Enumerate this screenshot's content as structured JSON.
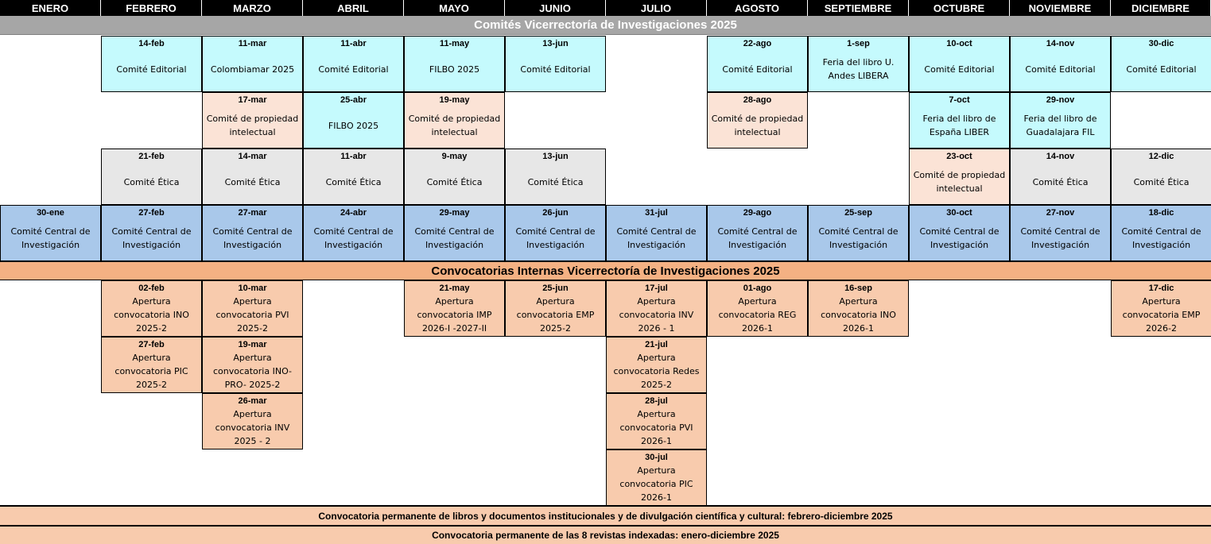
{
  "months": [
    "ENERO",
    "FEBRERO",
    "MARZO",
    "ABRIL",
    "MAYO",
    "JUNIO",
    "JULIO",
    "AGOSTO",
    "SEPTIEMBRE",
    "OCTUBRE",
    "NOVIEMBRE",
    "DICIEMBRE"
  ],
  "comites_title": "Comités Vicerrectoría de Investigaciones 2025",
  "convocatorias_title": "Convocatorias Internas Vicerrectoría de Investigaciones 2025",
  "footer_line1": "Convocatoria permanente de libros y documentos institucionales y de divulgación científica y cultural: febrero-diciembre 2025",
  "footer_line2": "Convocatoria permanente de las 8 revistas indexadas: enero-diciembre 2025",
  "colors": {
    "editorial": "#c5fafd",
    "propiedad": "#fbe3d6",
    "etica": "#e7e7e7",
    "central": "#a9c8ea",
    "convocatoria": "#f8cbad"
  },
  "comites": [
    {
      "col": 1,
      "row": 0,
      "type": "editorial",
      "date": "14-feb",
      "text": "Comité Editorial"
    },
    {
      "col": 2,
      "row": 0,
      "type": "editorial",
      "date": "11-mar",
      "text": "Colombiamar 2025"
    },
    {
      "col": 3,
      "row": 0,
      "type": "editorial",
      "date": "11-abr",
      "text": "Comité Editorial"
    },
    {
      "col": 4,
      "row": 0,
      "type": "editorial",
      "date": "11-may",
      "text": "FILBO 2025"
    },
    {
      "col": 5,
      "row": 0,
      "type": "editorial",
      "date": "13-jun",
      "text": "Comité Editorial"
    },
    {
      "col": 7,
      "row": 0,
      "type": "editorial",
      "date": "22-ago",
      "text": "Comité Editorial"
    },
    {
      "col": 8,
      "row": 0,
      "type": "editorial",
      "date": "1-sep",
      "text": "Feria del libro U. Andes LIBERA"
    },
    {
      "col": 9,
      "row": 0,
      "type": "editorial",
      "date": "10-oct",
      "text": "Comité Editorial"
    },
    {
      "col": 10,
      "row": 0,
      "type": "editorial",
      "date": "14-nov",
      "text": "Comité Editorial"
    },
    {
      "col": 11,
      "row": 0,
      "type": "editorial",
      "date": "30-dic",
      "text": "Comité Editorial"
    },
    {
      "col": 2,
      "row": 1,
      "type": "prop",
      "date": "17-mar",
      "text": "Comité de propiedad intelectual"
    },
    {
      "col": 3,
      "row": 1,
      "type": "editorial",
      "date": "25-abr",
      "text": "FILBO 2025"
    },
    {
      "col": 4,
      "row": 1,
      "type": "prop",
      "date": "19-may",
      "text": "Comité de propiedad intelectual"
    },
    {
      "col": 7,
      "row": 1,
      "type": "prop",
      "date": "28-ago",
      "text": "Comité de propiedad intelectual"
    },
    {
      "col": 9,
      "row": 1,
      "type": "editorial",
      "date": "7-oct",
      "text": "Feria del libro de España LIBER"
    },
    {
      "col": 10,
      "row": 1,
      "type": "editorial",
      "date": "29-nov",
      "text": "Feria del libro de Guadalajara FIL"
    },
    {
      "col": 1,
      "row": 2,
      "type": "etica",
      "date": "21-feb",
      "text": "Comité Ética"
    },
    {
      "col": 2,
      "row": 2,
      "type": "etica",
      "date": "14-mar",
      "text": "Comité Ética"
    },
    {
      "col": 3,
      "row": 2,
      "type": "etica",
      "date": "11-abr",
      "text": "Comité Ética"
    },
    {
      "col": 4,
      "row": 2,
      "type": "etica",
      "date": "9-may",
      "text": "Comité Ética"
    },
    {
      "col": 5,
      "row": 2,
      "type": "etica",
      "date": "13-jun",
      "text": "Comité Ética"
    },
    {
      "col": 9,
      "row": 2,
      "type": "prop",
      "date": "23-oct",
      "text": "Comité de propiedad intelectual"
    },
    {
      "col": 10,
      "row": 2,
      "type": "etica",
      "date": "14-nov",
      "text": "Comité Ética"
    },
    {
      "col": 11,
      "row": 2,
      "type": "etica",
      "date": "12-dic",
      "text": "Comité Ética"
    },
    {
      "col": 0,
      "row": 3,
      "type": "central",
      "date": "30-ene",
      "text": "Comité Central de Investigación"
    },
    {
      "col": 1,
      "row": 3,
      "type": "central",
      "date": "27-feb",
      "text": "Comité Central de Investigación"
    },
    {
      "col": 2,
      "row": 3,
      "type": "central",
      "date": "27-mar",
      "text": "Comité Central de Investigación"
    },
    {
      "col": 3,
      "row": 3,
      "type": "central",
      "date": "24-abr",
      "text": "Comité Central de Investigación"
    },
    {
      "col": 4,
      "row": 3,
      "type": "central",
      "date": "29-may",
      "text": "Comité Central de Investigación"
    },
    {
      "col": 5,
      "row": 3,
      "type": "central",
      "date": "26-jun",
      "text": "Comité Central de Investigación"
    },
    {
      "col": 6,
      "row": 3,
      "type": "central",
      "date": "31-jul",
      "text": "Comité Central de Investigación"
    },
    {
      "col": 7,
      "row": 3,
      "type": "central",
      "date": "29-ago",
      "text": "Comité Central de Investigación"
    },
    {
      "col": 8,
      "row": 3,
      "type": "central",
      "date": "25-sep",
      "text": "Comité Central de Investigación"
    },
    {
      "col": 9,
      "row": 3,
      "type": "central",
      "date": "30-oct",
      "text": "Comité Central de Investigación"
    },
    {
      "col": 10,
      "row": 3,
      "type": "central",
      "date": "27-nov",
      "text": "Comité Central de Investigación"
    },
    {
      "col": 11,
      "row": 3,
      "type": "central",
      "date": "18-dic",
      "text": "Comité Central de Investigación"
    }
  ],
  "convocatorias": [
    {
      "col": 1,
      "row": 0,
      "date": "02-feb",
      "text": "Apertura convocatoria INO 2025-2"
    },
    {
      "col": 2,
      "row": 0,
      "date": "10-mar",
      "text": "Apertura convocatoria PVI 2025-2"
    },
    {
      "col": 4,
      "row": 0,
      "date": "21-may",
      "text": "Apertura convocatoria IMP 2026-I -2027-II"
    },
    {
      "col": 5,
      "row": 0,
      "date": "25-jun",
      "text": "Apertura convocatoria EMP 2025-2"
    },
    {
      "col": 6,
      "row": 0,
      "date": "17-jul",
      "text": "Apertura convocatoria INV 2026 - 1"
    },
    {
      "col": 7,
      "row": 0,
      "date": "01-ago",
      "text": "Apertura convocatoria REG 2026-1"
    },
    {
      "col": 8,
      "row": 0,
      "date": "16-sep",
      "text": "Apertura convocatoria INO 2026-1"
    },
    {
      "col": 11,
      "row": 0,
      "date": "17-dic",
      "text": "Apertura convocatoria EMP 2026-2"
    },
    {
      "col": 1,
      "row": 1,
      "date": "27-feb",
      "text": "Apertura convocatoria PIC 2025-2"
    },
    {
      "col": 2,
      "row": 1,
      "date": "19-mar",
      "text": "Apertura convocatoria INO-PRO- 2025-2"
    },
    {
      "col": 6,
      "row": 1,
      "date": "21-jul",
      "text": "Apertura convocatoria Redes 2025-2"
    },
    {
      "col": 2,
      "row": 2,
      "date": "26-mar",
      "text": "Apertura convocatoria INV 2025 - 2"
    },
    {
      "col": 6,
      "row": 2,
      "date": "28-jul",
      "text": "Apertura convocatoria PVI 2026-1"
    },
    {
      "col": 6,
      "row": 3,
      "date": "30-jul",
      "text": "Apertura convocatoria PIC 2026-1"
    }
  ]
}
